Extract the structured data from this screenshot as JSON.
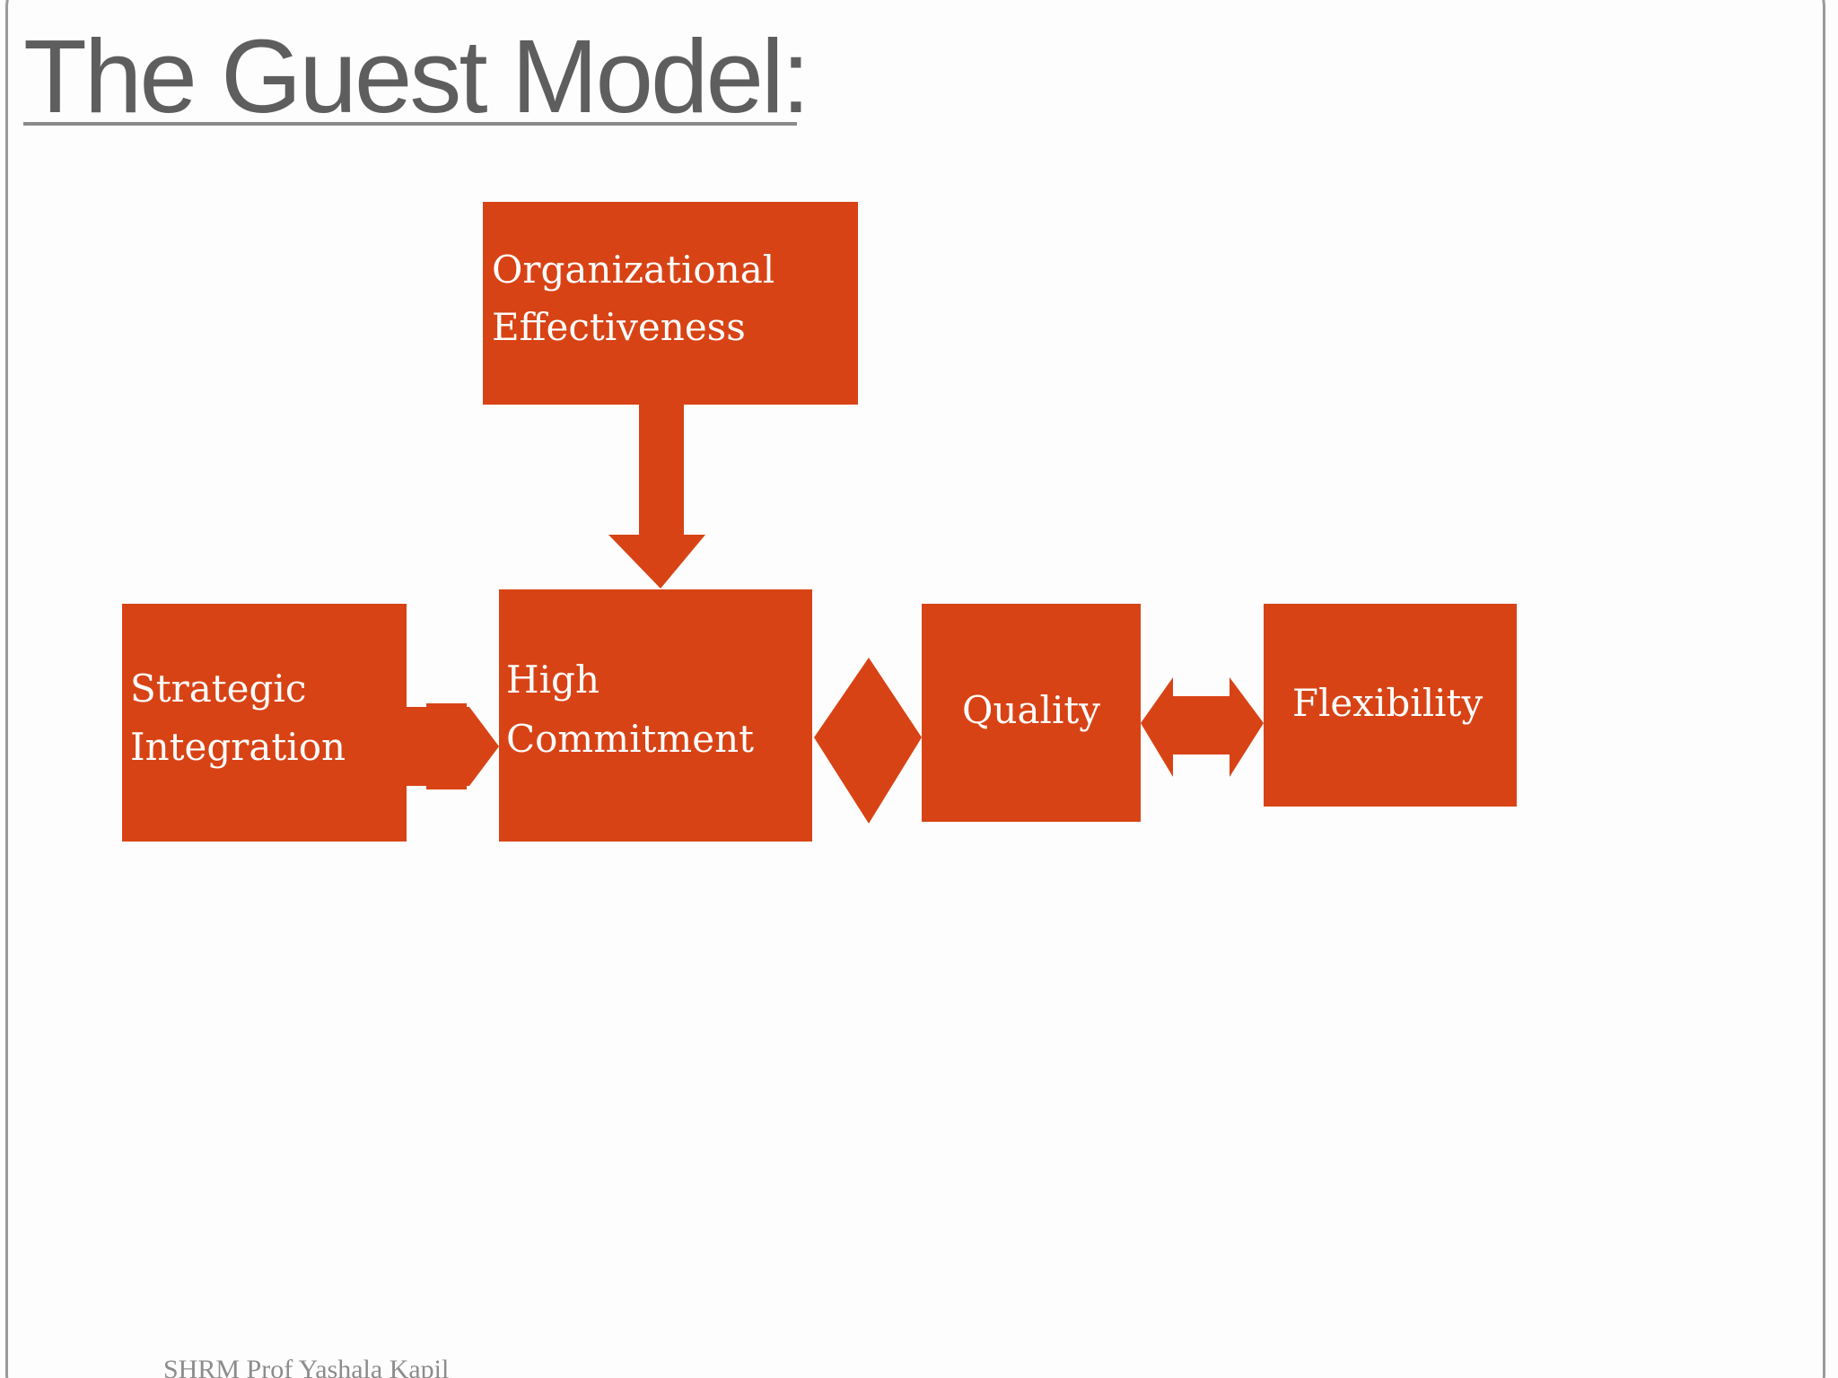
{
  "slide": {
    "title": "The Guest Model:",
    "footer": "SHRM Prof Yashala Kapil"
  },
  "diagram": {
    "box_color": "#d84315",
    "text_color": "#ffffff",
    "nodes": {
      "organizational_effectiveness": [
        "Organizational",
        "Effectiveness"
      ],
      "strategic_integration": [
        "Strategic",
        "Integration"
      ],
      "high_commitment": [
        "High",
        "Commitment"
      ],
      "quality": [
        "Quality"
      ],
      "flexibility": [
        "Flexibility"
      ]
    },
    "connections": [
      {
        "from": "organizational_effectiveness",
        "to": "high_commitment",
        "type": "down-arrow"
      },
      {
        "from": "strategic_integration",
        "to": "high_commitment",
        "type": "double-arrow"
      },
      {
        "from": "high_commitment",
        "to": "quality",
        "type": "diamond"
      },
      {
        "from": "quality",
        "to": "flexibility",
        "type": "double-arrow"
      }
    ]
  }
}
